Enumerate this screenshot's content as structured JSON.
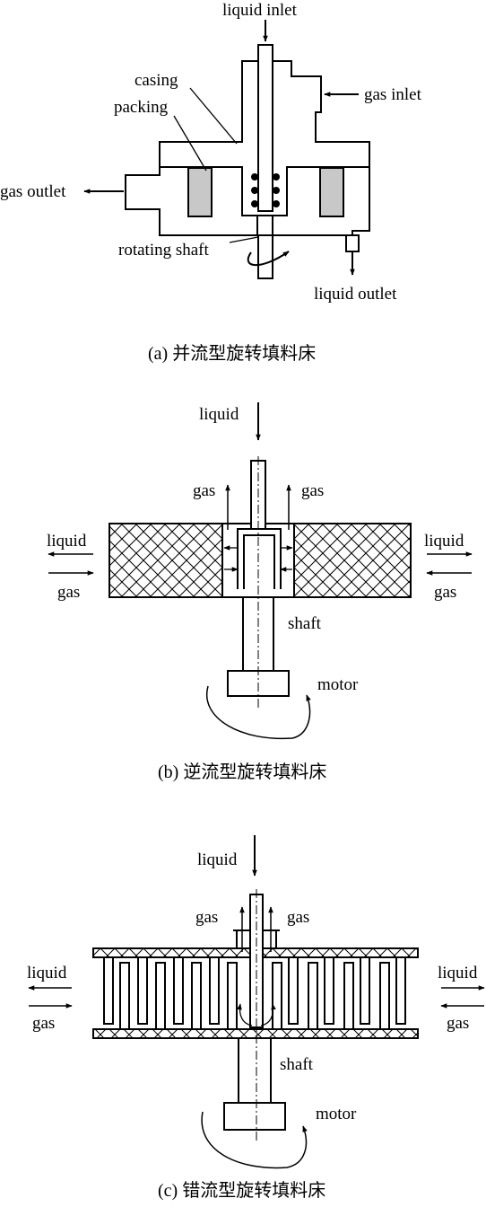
{
  "diagram_a": {
    "label_liquid_inlet": "liquid inlet",
    "label_casing": "casing",
    "label_packing": "packing",
    "label_gas_inlet": "gas inlet",
    "label_gas_outlet": "gas outlet",
    "label_rotating_shaft": "rotating shaft",
    "label_liquid_outlet": "liquid outlet",
    "caption": "(a) 并流型旋转填料床"
  },
  "diagram_b": {
    "label_liquid_top": "liquid",
    "label_gas_left": "gas",
    "label_gas_right": "gas",
    "label_liquid_left": "liquid",
    "label_gas_left_out": "gas",
    "label_liquid_right": "liquid",
    "label_gas_right_out": "gas",
    "label_shaft": "shaft",
    "label_motor": "motor",
    "caption": "(b) 逆流型旋转填料床"
  },
  "diagram_c": {
    "label_liquid_top": "liquid",
    "label_gas_left": "gas",
    "label_gas_right": "gas",
    "label_liquid_left": "liquid",
    "label_gas_left_out": "gas",
    "label_liquid_right": "liquid",
    "label_gas_right_out": "gas",
    "label_shaft": "shaft",
    "label_motor": "motor",
    "caption": "(c) 错流型旋转填料床"
  },
  "colors": {
    "line": "#000000",
    "packing_fill": "#c8c8c8",
    "background": "#ffffff"
  }
}
